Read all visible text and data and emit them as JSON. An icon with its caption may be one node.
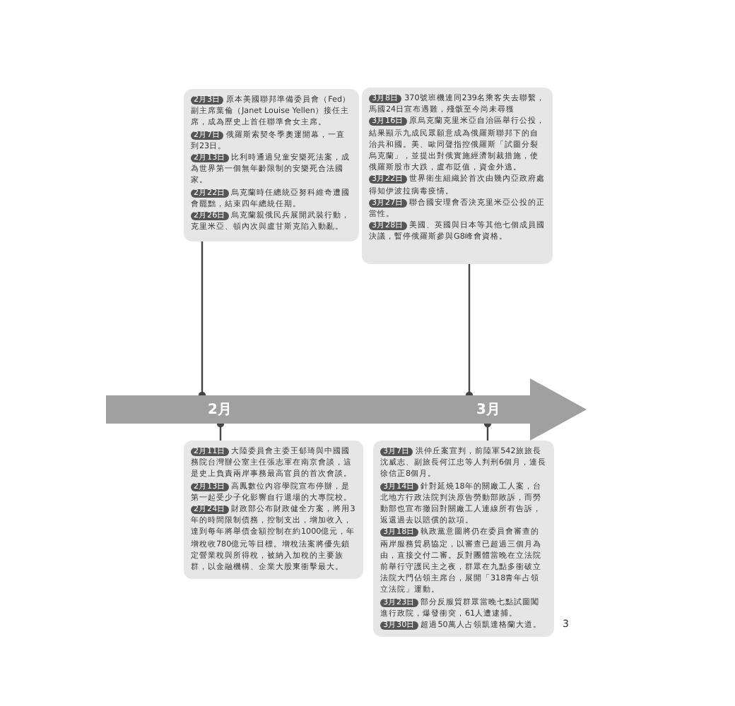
{
  "diagram": {
    "nodes": [
      {
        "text": [
          "2月",
          "3月"
        ]
      },
      {
        "text": [
          "2月3日",
          "原本美國聯邦準備委員會（Fed）副主席葉倫（Janet Louise Yellen）接任主席，成為歷史上首任聯準會女主席。",
          "2月7日",
          "俄羅斯索契冬季奧運開幕，一直到23日。",
          "2月13日",
          "比利時通過兒童安樂死法案，成為世界第一個無年齡限制的安樂死合法國家。",
          "2月22日",
          "烏克蘭時任總統亞努科維奇遭國會罷黜，結束四年總統任期。",
          "2月26日",
          "烏克蘭親俄民兵展開武裝行動，克里米亞、頓內次與盧甘斯克陷入動亂。"
        ]
      },
      {
        "text": [
          "3月8日",
          "370號班機連同239名乘客失去聯繫，馬國24日宣布遇難，殘骸至今尚未尋獲",
          "3月16日",
          "原烏克蘭克里米亞自治區舉行公投，結果顯示九成民眾願意成為俄羅斯聯邦下的自治共和國。美、歐同聲指控俄羅斯「試圖分裂烏克蘭」，並提出對俄實施經濟制裁措施，使俄羅斯股市大跌，盧布貶值，資金外逃。",
          "3月22日",
          "世界衛生組織於首次由幾內亞政府處得知伊波拉病毒疫情。",
          "3月27日",
          "聯合國安理會否決克里米亞公投的正當性。",
          "3月28日",
          "美國、英國與日本等其他七個成員國決議，暫停俄羅斯參與G8峰會資格。"
        ]
      },
      {
        "text": [
          "2月11日",
          "大陸委員會主委王郁琦與中國國務院台灣辦公室主任張志軍在南京會談，這是史上負責兩岸事務最高官員的首次會談。",
          "2月13日",
          "高鳳數位內容學院宣布停辦，是第一起受少子化影響自行退場的大專院校。",
          "2月24日",
          "財政部公布財政健全方案，將用3年的時間限制債務，控制支出，增加收入，達到每年將舉債金額控制在約1000億元，年增稅收780億元等目標。增稅法案將優先鎖定營業稅與所得稅，被納入加稅的主要族群，以金融機構、企業大股東衝擊最大。"
        ]
      },
      {
        "text": [
          "3月7日",
          "洪仲丘案宣判，前陸軍542旅旅長沈威志、副旅長何江忠等人判刑6個月，連長徐信正8個月。",
          "3月14日",
          "針對延燒18年的關廠工人案，台北地方行政法院判決原告勞動部敗訴，而勞動部也宣布撤回對關廠工人連線所有告訴，返還過去以賠償的款項。",
          "3月18日",
          "執政黨意圖將仍在委員會審查的兩岸服務貿易協定，以審查已超過三個月為由，直接交付二審。反對團體當晚在立法院前舉行守護民主之夜，群眾在九點多衝破立法院大門佔領主席台，展開「318青年占領立法院」運動。",
          "3月23日",
          "部分反服貿群眾當晚七點試圖闖進行政院，爆發衝突，61人遭逮捕。",
          "3月30日",
          "超過50萬人占領凱達格蘭大道。"
        ]
      }
    ],
    "edges": [
      {
        "from": 1,
        "to": 0,
        "arrow": "other"
      },
      {
        "from": 2,
        "to": 0,
        "arrow": "other"
      },
      {
        "from": 3,
        "to": 0,
        "arrow": "other"
      },
      {
        "from": 4,
        "to": 0,
        "arrow": "other"
      }
    ],
    "labels": [
      "3"
    ]
  }
}
